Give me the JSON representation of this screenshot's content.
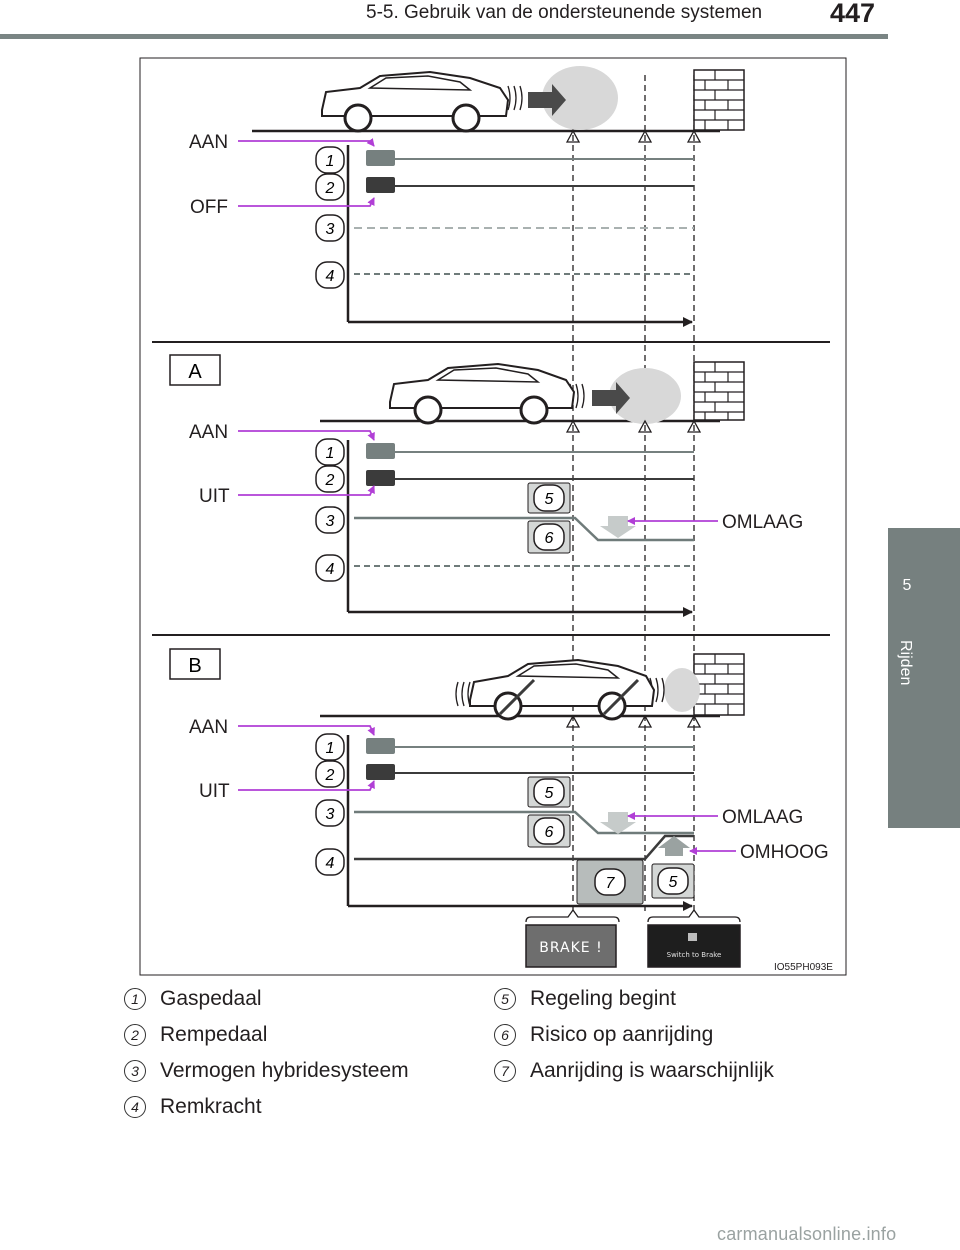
{
  "header": {
    "title": "5-5. Gebruik van de ondersteunende systemen",
    "page_number": "447"
  },
  "side_tab": {
    "number": "5",
    "text": "Rijden"
  },
  "figure": {
    "code": "IO55PH093E",
    "panels": {
      "top": {
        "label_on": "AAN",
        "label_off": "OFF"
      },
      "a": {
        "letter": "A",
        "label_on": "AAN",
        "label_off": "UIT",
        "power_label": "OMLAAG"
      },
      "b": {
        "letter": "B",
        "label_on": "AAN",
        "label_off": "UIT",
        "power_label": "OMLAAG",
        "brake_label": "OMHOOG"
      }
    },
    "markers": [
      "1",
      "2",
      "3",
      "4",
      "5",
      "6",
      "7"
    ],
    "displays": {
      "left": "BRAKE !",
      "right": "Switch to Brake"
    },
    "colors": {
      "callout": "#b13fd6",
      "line": "#6f7b7a",
      "dark": "#3b3b3b"
    }
  },
  "legend": [
    {
      "n": "1",
      "text": "Gaspedaal"
    },
    {
      "n": "2",
      "text": "Rempedaal"
    },
    {
      "n": "3",
      "text": "Vermogen hybridesysteem"
    },
    {
      "n": "4",
      "text": "Remkracht"
    },
    {
      "n": "5",
      "text": "Regeling begint"
    },
    {
      "n": "6",
      "text": "Risico op aanrijding"
    },
    {
      "n": "7",
      "text": "Aanrijding is waarschijnlijk"
    }
  ],
  "watermark": "carmanualsonline.info"
}
